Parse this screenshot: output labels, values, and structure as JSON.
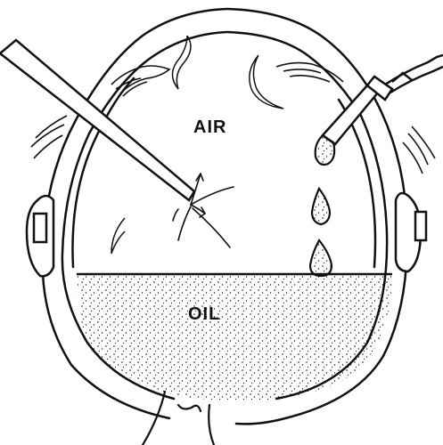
{
  "labels": {
    "air": "AIR",
    "oil": "OIL"
  },
  "style": {
    "ink": "#111111",
    "paper": "#ffffff"
  },
  "icons": [
    "eye-globe-outline",
    "instrument-probe",
    "infusion-cannula",
    "oil-droplets",
    "retinal-tear",
    "optic-nerve"
  ]
}
